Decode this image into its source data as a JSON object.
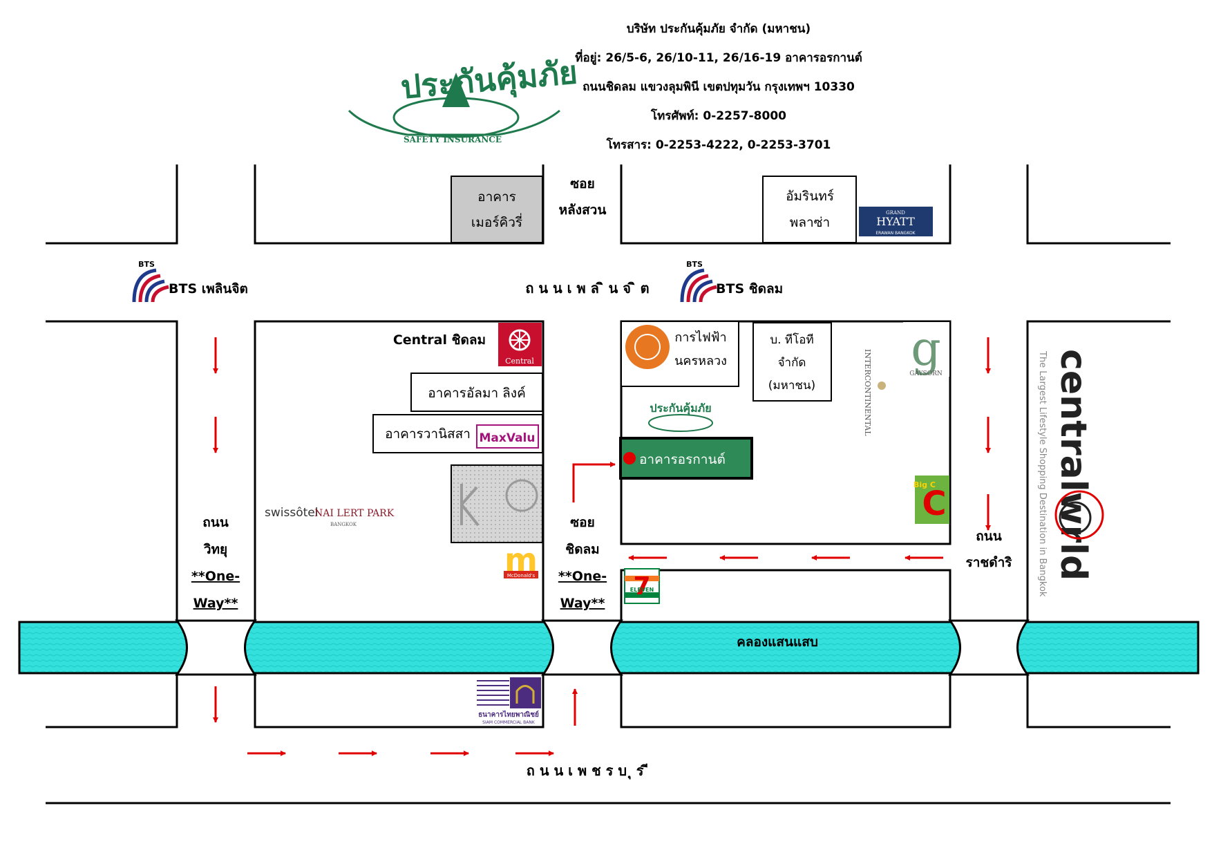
{
  "company": {
    "logo_text_thai": "ประกันคุ้มภัย",
    "logo_text_en": "SAFETY INSURANCE",
    "name": "บริษัท ประกันคุ้มภัย จำกัด (มหาชน)",
    "address_line1": "ที่อยู่: 26/5-6, 26/10-11, 26/16-19 อาคารอรกานต์",
    "address_line2": "ถนนชิดลม แขวงลุมพินี เขตปทุมวัน กรุงเทพฯ 10330",
    "phone": "โทรศัพท์: 0-2257-8000",
    "fax": "โทรสาร: 0-2253-4222, 0-2253-3701"
  },
  "roads": {
    "ploenchit": "ถ น น เ พ ล ิ น จ ิ ต",
    "phetchaburi": "ถ น น เ พ ช ร บ ุ ร ี",
    "wireless": [
      "ถนน",
      "วิทยุ",
      "**One-",
      "Way**"
    ],
    "chidlom": [
      "ซอย",
      "ชิดลม",
      "**One-",
      "Way**"
    ],
    "soi_langsuan": [
      "ซอย",
      "หลังสวน"
    ],
    "rajdamri": [
      "ถนน",
      "ราชดำริ"
    ],
    "canal": "คลองแสนแสบ"
  },
  "bts": {
    "logo": "BTS",
    "ploenchit": "BTS เพลินจิต",
    "chidlom": "BTS ชิดลม"
  },
  "buildings": {
    "mercury": [
      "อาคาร",
      "เมอร์คิวรี่"
    ],
    "amarin": [
      "อัมรินทร์",
      "พลาซ่า"
    ],
    "central_chidlom": "Central ชิดลม",
    "central_logo": "Central",
    "almalink": "อาคารอัลมา ลิงค์",
    "vanissa": "อาคารวานิสสา",
    "maxvalu": "MaxValu",
    "mea": [
      "การไฟฟ้า",
      "นครหลวง"
    ],
    "tot": [
      "บ. ทีโอที",
      "จำกัด",
      "(มหาชน)"
    ],
    "orakarn": "อาคารอรกานต์",
    "intercontinental": "INTERCONTINENTAL",
    "gaysorn": "GAYSORN",
    "grand_hyatt_small": "GRAND",
    "grand_hyatt": "HYATT",
    "grand_hyatt_sub": "ERAWAN BANGKOK",
    "swissotel": "swissôtel",
    "nailert": "NAI LERT PARK",
    "nailert_sub": "BANGKOK",
    "mcdonalds": "McDonald's",
    "seven": "7",
    "seven_sub": "ELEVEN",
    "bigc": "Big C",
    "scb": "ธนาคารไทยพาณิชย์",
    "scb_sub": "SIAM COMMERCIAL BANK",
    "centralworld": "centralwrld",
    "centralworld_tag": "The Largest Lifestyle Shopping Destination in Bangkok"
  },
  "colors": {
    "canal": "#33e0dc",
    "orakarn": "#2e8b57",
    "arrow": "#e00000",
    "logo_green": "#1e7a4c",
    "hyatt": "#1f3a6e",
    "central_red": "#c8102e",
    "maxvalu": "#a3137a",
    "mea": "#e87722",
    "scb": "#4b2c7f",
    "bigc_green": "#6cb33f",
    "seven_green": "#00843d"
  }
}
